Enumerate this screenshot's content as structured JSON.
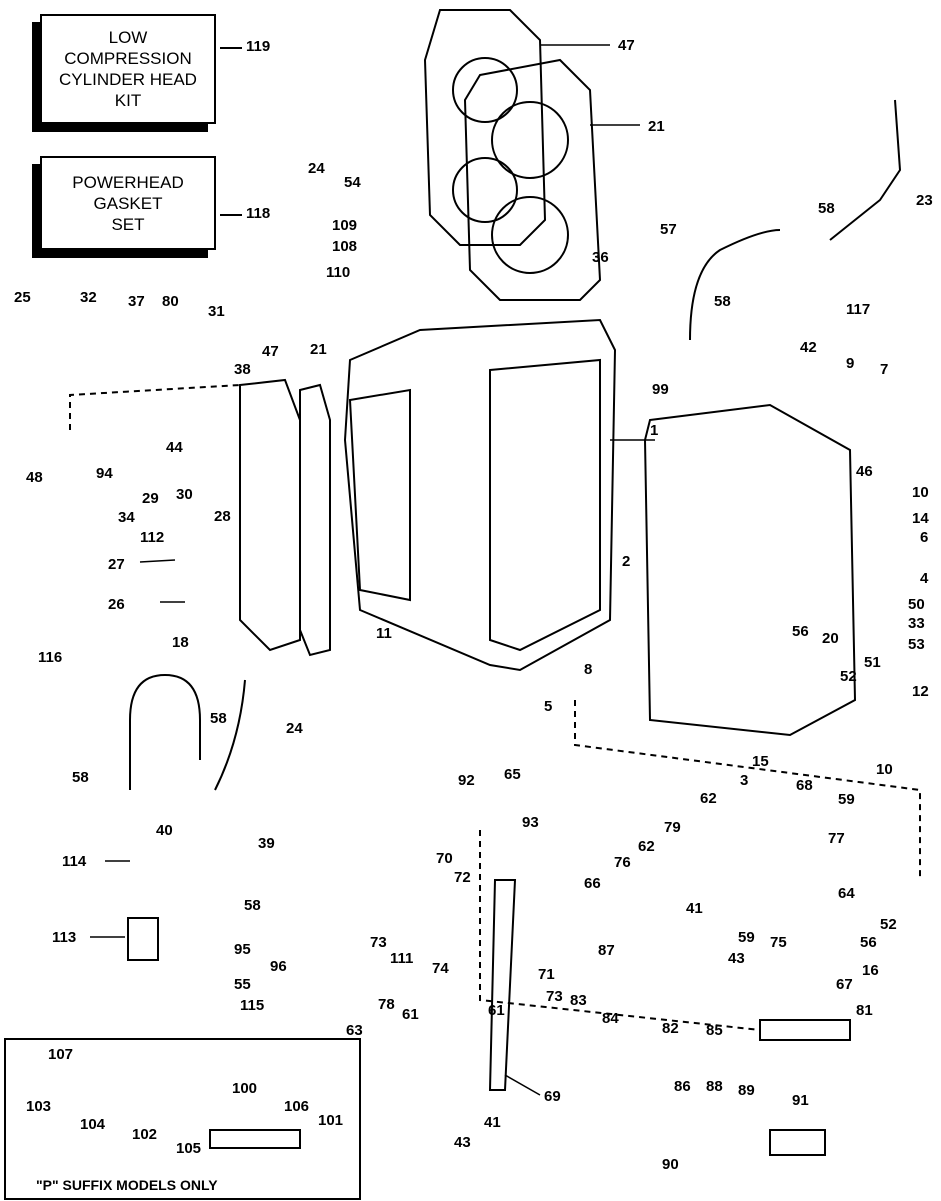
{
  "kits": [
    {
      "id": "low-compression-kit",
      "text": "LOW\nCOMPRESSION\nCYLINDER HEAD\nKIT",
      "number": "119"
    },
    {
      "id": "powerhead-gasket-set",
      "text": "POWERHEAD\nGASKET\nSET",
      "number": "118"
    }
  ],
  "footnote": "\"P\" SUFFIX MODELS ONLY",
  "callouts": {
    "c47a": "47",
    "c21a": "21",
    "c23": "23",
    "c24a": "24",
    "c54": "54",
    "c58a": "58",
    "c109": "109",
    "c108": "108",
    "c110": "110",
    "c36": "36",
    "c57": "57",
    "c117": "117",
    "c58b": "58",
    "c42": "42",
    "c99": "99",
    "c25": "25",
    "c32": "32",
    "c37": "37",
    "c80": "80",
    "c31": "31",
    "c38": "38",
    "c47b": "47",
    "c21b": "21",
    "c9": "9",
    "c7": "7",
    "c48": "48",
    "c94": "94",
    "c44": "44",
    "c34": "34",
    "c29": "29",
    "c30": "30",
    "c28": "28",
    "c112": "112",
    "c27": "27",
    "c26": "26",
    "c1": "1",
    "c10a": "10",
    "c46": "46",
    "c14": "14",
    "c6": "6",
    "c2": "2",
    "c4": "4",
    "c50": "50",
    "c20": "20",
    "c56a": "56",
    "c33": "33",
    "c53": "53",
    "c51": "51",
    "c11": "11",
    "c8": "8",
    "c5": "5",
    "c52a": "52",
    "c12": "12",
    "c10b": "10",
    "c15": "15",
    "c3": "3",
    "c116": "116",
    "c18": "18",
    "c58c": "58",
    "c24b": "24",
    "c58d": "58",
    "c40": "40",
    "c39": "39",
    "c114": "114",
    "c58e": "58",
    "c113": "113",
    "c95": "95",
    "c96": "96",
    "c55": "55",
    "c115": "115",
    "c92": "92",
    "c65": "65",
    "c93": "93",
    "c62a": "62",
    "c68": "68",
    "c59a": "59",
    "c79": "79",
    "c62b": "62",
    "c77": "77",
    "c76": "76",
    "c66": "66",
    "c70": "70",
    "c72": "72",
    "c64": "64",
    "c41a": "41",
    "c59b": "59",
    "c75": "75",
    "c52b": "52",
    "c56b": "56",
    "c43a": "43",
    "c73a": "73",
    "c111": "111",
    "c74": "74",
    "c71": "71",
    "c73b": "73",
    "c87": "87",
    "c16": "16",
    "c67": "67",
    "c61a": "61",
    "c61b": "61",
    "c83": "83",
    "c84": "84",
    "c81": "81",
    "c63": "63",
    "c78": "78",
    "c82": "82",
    "c85": "85",
    "c69": "69",
    "c107": "107",
    "c100": "100",
    "c103": "103",
    "c104": "104",
    "c102": "102",
    "c105": "105",
    "c106": "106",
    "c101": "101",
    "c86": "86",
    "c88": "88",
    "c89": "89",
    "c91": "91",
    "c41b": "41",
    "c43b": "43",
    "c90": "90"
  }
}
